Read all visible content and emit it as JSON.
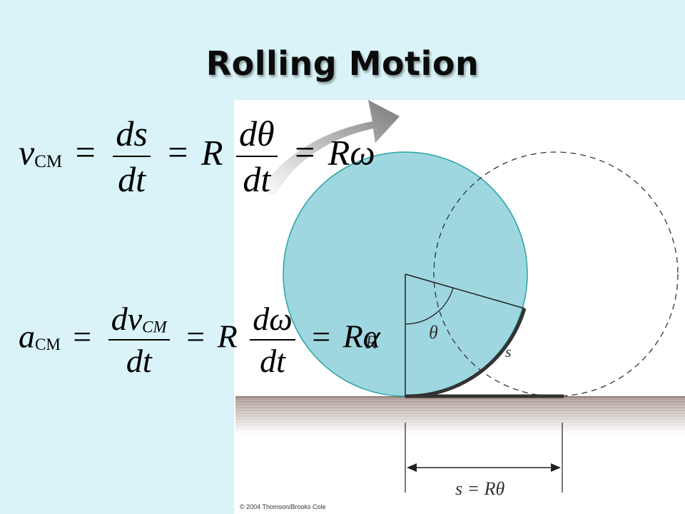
{
  "title": "Rolling Motion",
  "labels": {
    "R": "R",
    "theta": "θ",
    "s": "s",
    "arc_length": "s = Rθ"
  },
  "equations": {
    "velocity": {
      "lhs": "v",
      "lhs_sub": "CM",
      "f1_num": "ds",
      "f1_den": "dt",
      "coef1": "R",
      "f2_num": "dθ",
      "f2_den": "dt",
      "rhs": "Rω"
    },
    "acceleration": {
      "lhs": "a",
      "lhs_sub": "CM",
      "f1_num": "dv",
      "f1_num_sub": "CM",
      "f1_den": "dt",
      "coef1": "R",
      "f2_num": "dω",
      "f2_den": "dt",
      "rhs": "Rα"
    }
  },
  "credit": "© 2004 Thomson/Brooks Cole",
  "colors": {
    "background": "#d9f3f8",
    "disk_fill": "#9ed7df",
    "disk_stroke": "#2aa3a3",
    "ground": "#b9aca6"
  }
}
